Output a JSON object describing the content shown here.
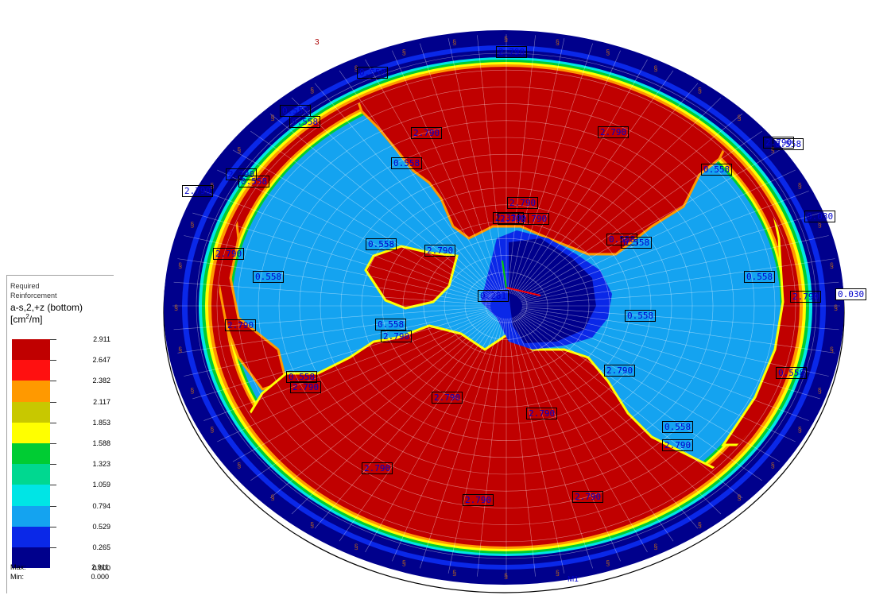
{
  "legend": {
    "title_line1": "Required",
    "title_line2": "Reinforcement",
    "quantity": "a-s,2,+z (bottom)",
    "unit_pre": "[cm",
    "unit_sup": "2",
    "unit_post": "/m]",
    "max_label": "Max:",
    "max_value": "2.911",
    "min_label": "Min:",
    "min_value": "0.000",
    "levels": [
      {
        "value": "2.911",
        "color": "#c00000"
      },
      {
        "value": "2.647",
        "color": "#ff1010"
      },
      {
        "value": "2.382",
        "color": "#ff9900"
      },
      {
        "value": "2.117",
        "color": "#c8c800"
      },
      {
        "value": "1.853",
        "color": "#ffff00"
      },
      {
        "value": "1.588",
        "color": "#00cc33"
      },
      {
        "value": "1.323",
        "color": "#00d890"
      },
      {
        "value": "1.059",
        "color": "#00e5e5"
      },
      {
        "value": "0.794",
        "color": "#14a3f0"
      },
      {
        "value": "0.529",
        "color": "#0a28e8"
      },
      {
        "value": "0.265",
        "color": "#00008c"
      },
      {
        "value": "0.000",
        "color": "#00008c"
      }
    ]
  },
  "model": {
    "value_labels": [
      "2.790",
      "0.558",
      "0.558",
      "2.790",
      "0.558",
      "0.558",
      "2.790",
      "2.790",
      "0.558",
      "0.558",
      "2.790",
      "2.330",
      "2.790",
      "0.558",
      "0.558",
      "2.790",
      "0.558",
      "0.558",
      "0.558",
      "0.558",
      "2.790",
      "0.030",
      "0.030",
      "0.558",
      "2.790",
      "0.558",
      "2.790",
      "2.790",
      "2.790",
      "2.790",
      "2.790",
      "0.558",
      "2.790",
      "2.790",
      "2.790",
      "2.790",
      "2.790",
      "0.281",
      "0.558",
      "2.790",
      "2.790",
      "2.790",
      "0.558"
    ],
    "node_markers": [
      "3",
      "M1"
    ]
  },
  "colors": {
    "ring_outer": "#00008c",
    "field": "#14a3f0",
    "high": "#c00000",
    "center_low": "#0a28e8"
  }
}
